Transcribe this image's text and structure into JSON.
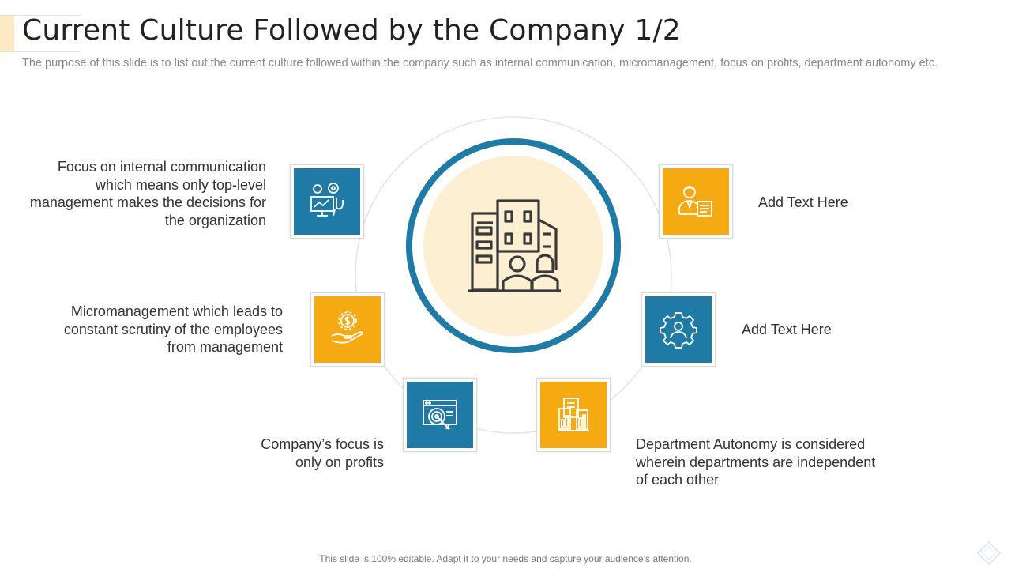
{
  "header": {
    "title": "Current Culture Followed by the Company 1/2",
    "subtitle": "The purpose of this slide is to list out the current culture followed within the company such as internal communication, micromanagement, focus on profits, department autonomy etc."
  },
  "center": {
    "icon": "office-building-with-people-icon"
  },
  "items": [
    {
      "text": "Focus on internal communication which means only top-level management makes the decisions for the organization",
      "icon": "team-presentation-icon",
      "color": "#1f7ba5"
    },
    {
      "text": "Micromanagement which leads to constant scrutiny of the employees from management",
      "icon": "money-in-hand-icon",
      "color": "#f6aa12"
    },
    {
      "text": "Company’s focus is only on profits",
      "icon": "target-web-icon",
      "color": "#1f7ba5"
    },
    {
      "text": "Department Autonomy is considered wherein departments are independent of each other",
      "icon": "documents-chart-icon",
      "color": "#f6aa12"
    },
    {
      "text": "Add Text Here",
      "icon": "gear-person-icon",
      "color": "#1f7ba5"
    },
    {
      "text": "Add Text Here",
      "icon": "businessman-document-icon",
      "color": "#f6aa12"
    }
  ],
  "footer": {
    "text": "This slide is 100% editable. Adapt it to your needs and capture your audience’s attention."
  },
  "colors": {
    "blue": "#1f7ba5",
    "orange": "#f6aa12",
    "center_fill": "#fdefd2",
    "accent": "#fde9c4"
  }
}
